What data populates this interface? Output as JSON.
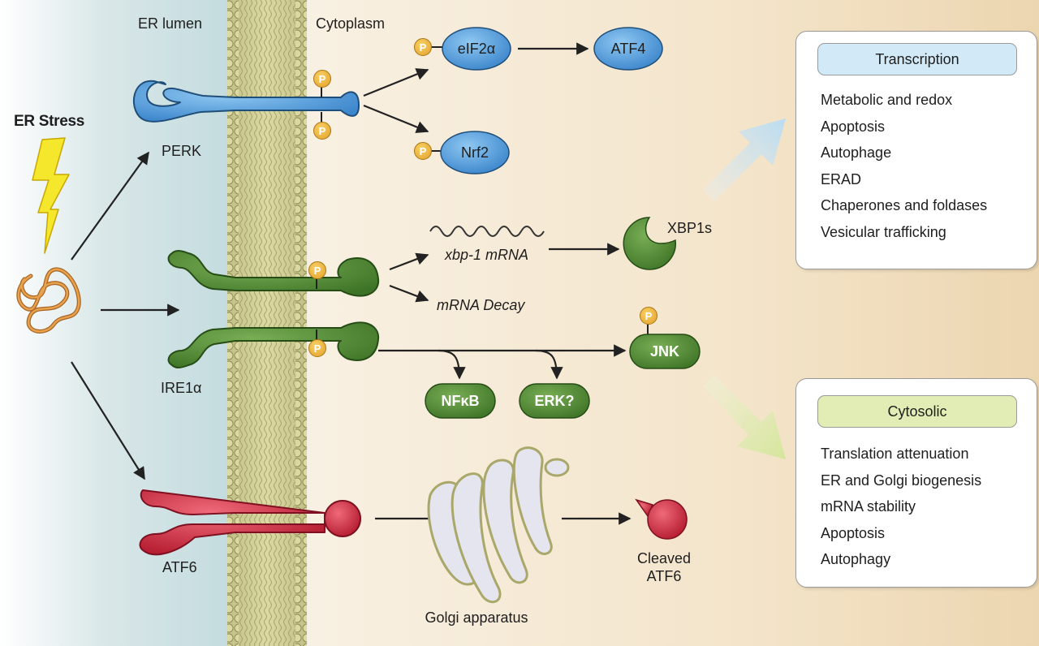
{
  "regions": {
    "er_lumen": "ER lumen",
    "cytoplasm": "Cytoplasm"
  },
  "stress": {
    "label": "ER Stress"
  },
  "sensors": {
    "perk": "PERK",
    "ire1": "IRE1α",
    "atf6": "ATF6"
  },
  "phospho_label": "P",
  "nodes": {
    "eif2a": "eIF2α",
    "atf4": "ATF4",
    "nrf2": "Nrf2",
    "xbp1_mrna": "xbp-1 mRNA",
    "mrna_decay": "mRNA Decay",
    "xbp1s": "XBP1s",
    "jnk": "JNK",
    "nfkb": "NFκB",
    "erk": "ERK?",
    "golgi": "Golgi apparatus",
    "cleaved_atf6_line1": "Cleaved",
    "cleaved_atf6_line2": "ATF6"
  },
  "transcription_box": {
    "title": "Transcription",
    "items": [
      "Metabolic and redox",
      "Apoptosis",
      "Autophage",
      "ERAD",
      "Chaperones and foldases",
      "Vesicular trafficking"
    ]
  },
  "cytosolic_box": {
    "title": "Cytosolic",
    "items": [
      "Translation attenuation",
      "ER and Golgi biogenesis",
      "mRNA stability",
      "Apoptosis",
      "Autophagy"
    ]
  },
  "colors": {
    "perk": "#5a9fd8",
    "ire1": "#4f8a33",
    "atf6": "#d12f42",
    "phospho": "#e8aa2e",
    "transcription_header": "#d2e9f7",
    "cytosolic_header": "#e1edb4",
    "lumen": "#c9dfe1",
    "cytoplasm": "#f6e9d3",
    "membrane": "#c6c48b"
  }
}
